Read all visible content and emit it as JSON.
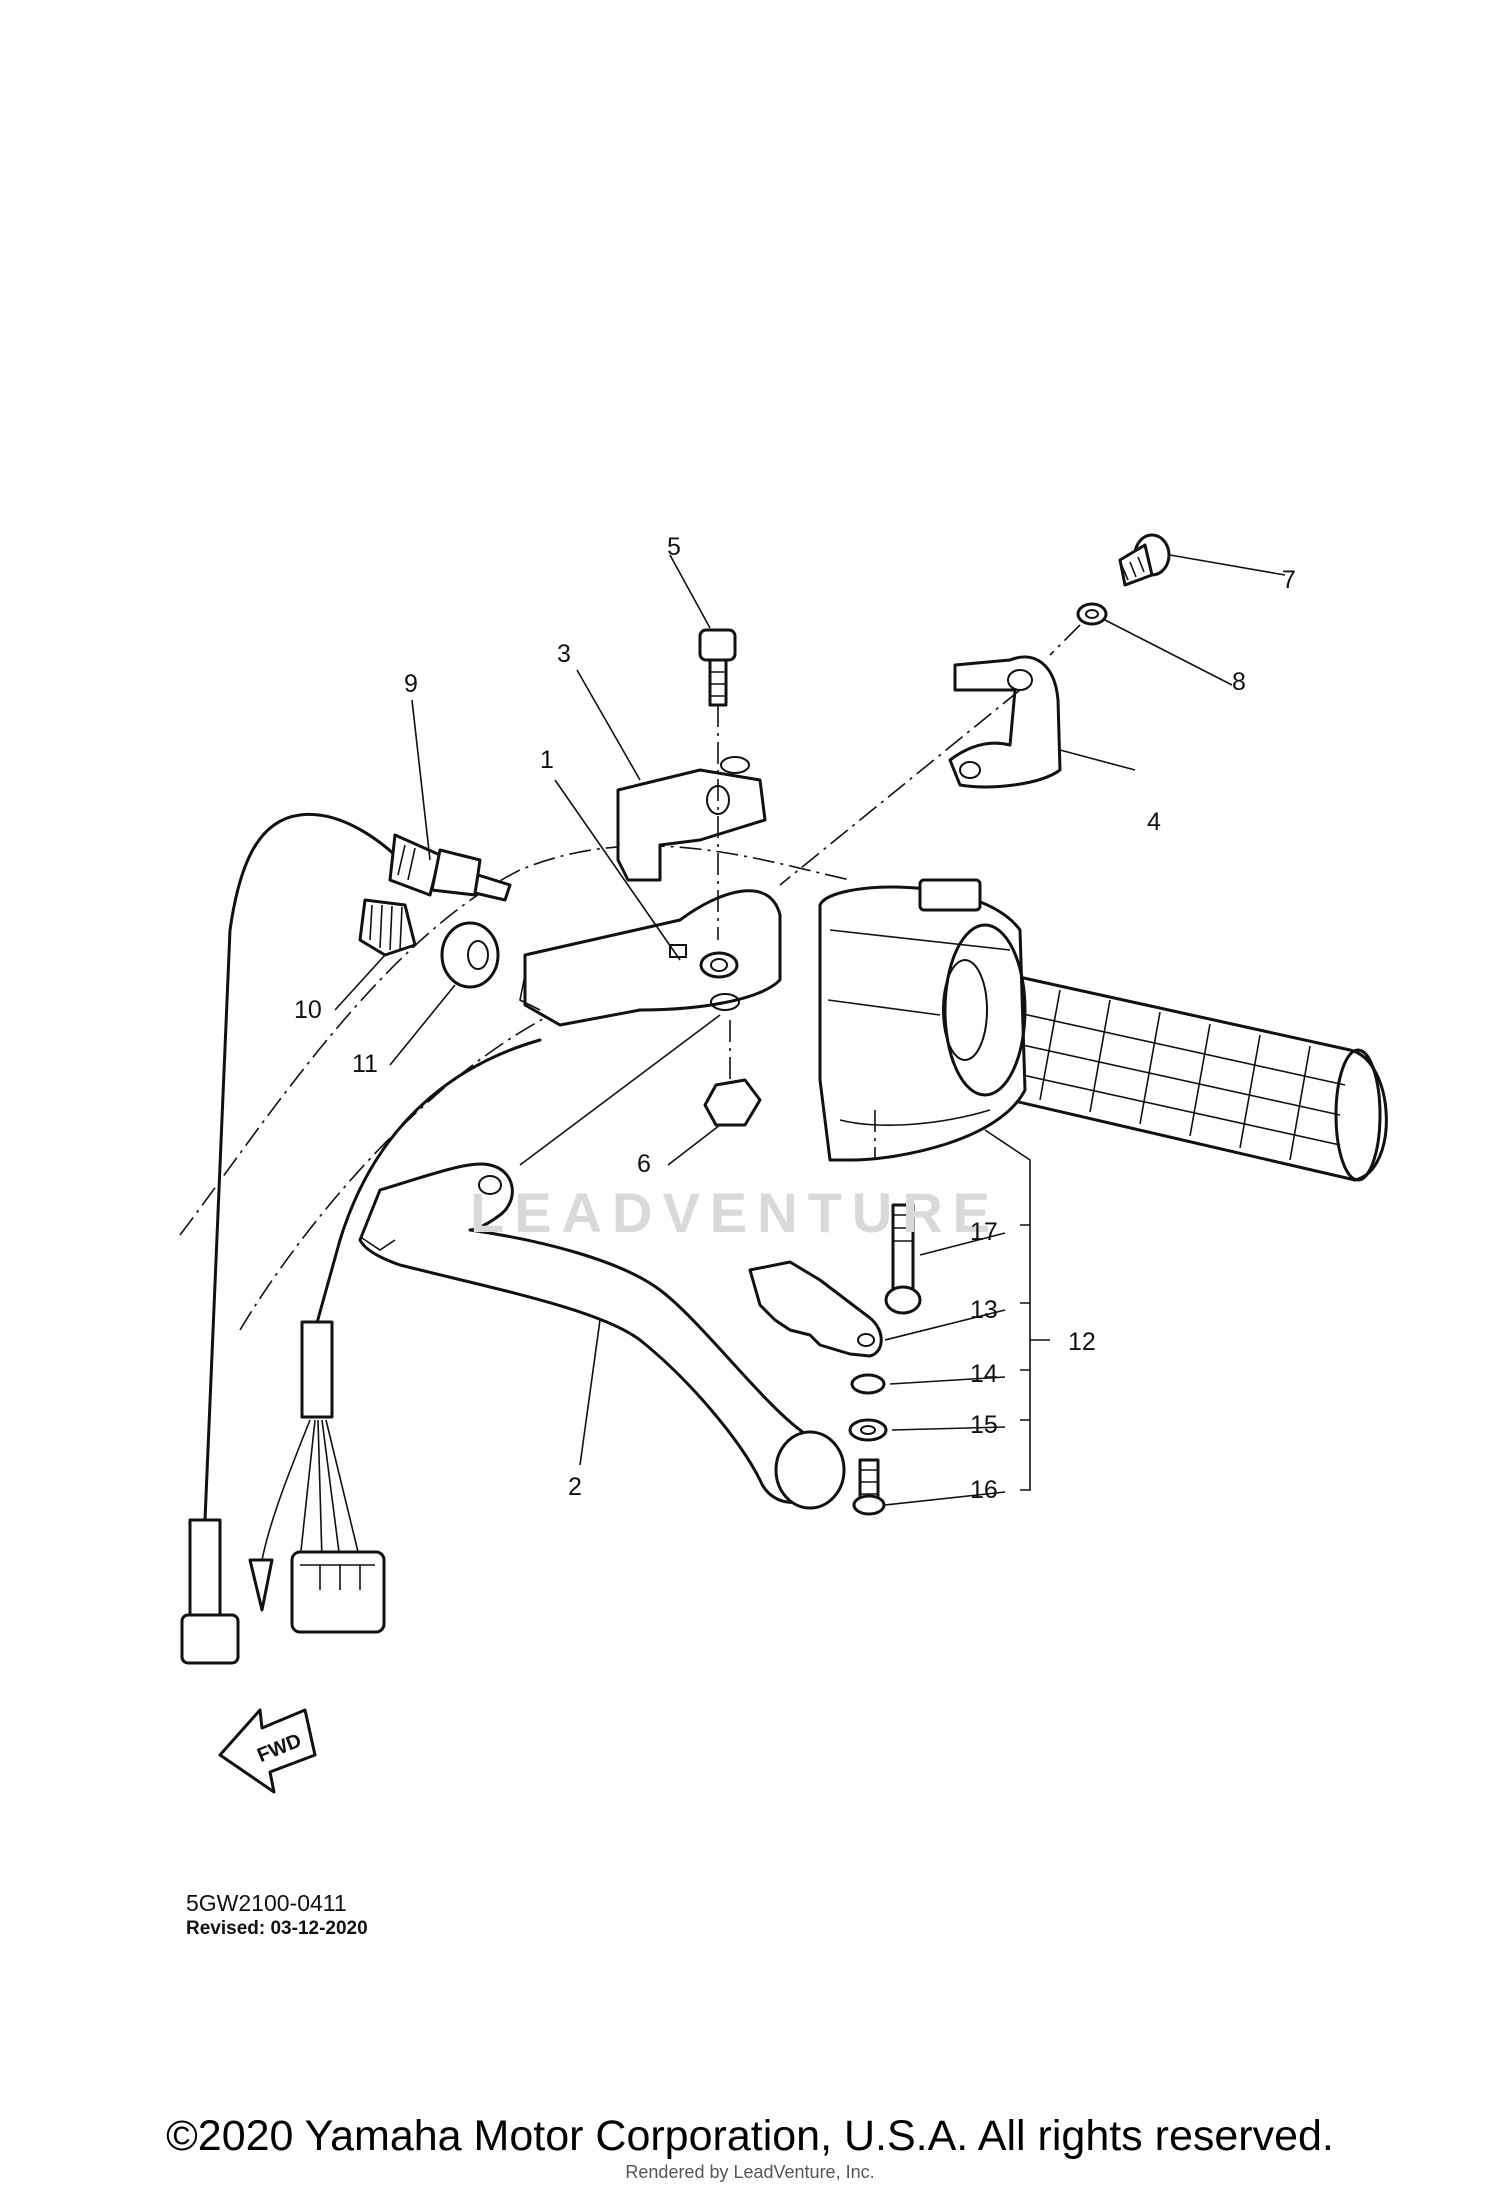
{
  "callouts": [
    {
      "id": "1",
      "label": "1"
    },
    {
      "id": "2",
      "label": "2"
    },
    {
      "id": "3",
      "label": "3"
    },
    {
      "id": "4",
      "label": "4"
    },
    {
      "id": "5",
      "label": "5"
    },
    {
      "id": "6",
      "label": "6"
    },
    {
      "id": "7",
      "label": "7"
    },
    {
      "id": "8",
      "label": "8"
    },
    {
      "id": "9",
      "label": "9"
    },
    {
      "id": "10",
      "label": "10"
    },
    {
      "id": "11",
      "label": "11"
    },
    {
      "id": "12",
      "label": "12"
    },
    {
      "id": "13",
      "label": "13"
    },
    {
      "id": "14",
      "label": "14"
    },
    {
      "id": "15",
      "label": "15"
    },
    {
      "id": "16",
      "label": "16"
    },
    {
      "id": "17",
      "label": "17"
    }
  ],
  "fwd_label": "FWD",
  "diagram_code": "5GW2100-0411",
  "revised": "Revised: 03-12-2020",
  "watermark": "LEADVENTURE",
  "copyright": "©2020 Yamaha Motor Corporation, U.S.A. All rights reserved.",
  "rendered_by": "Rendered by LeadVenture, Inc."
}
